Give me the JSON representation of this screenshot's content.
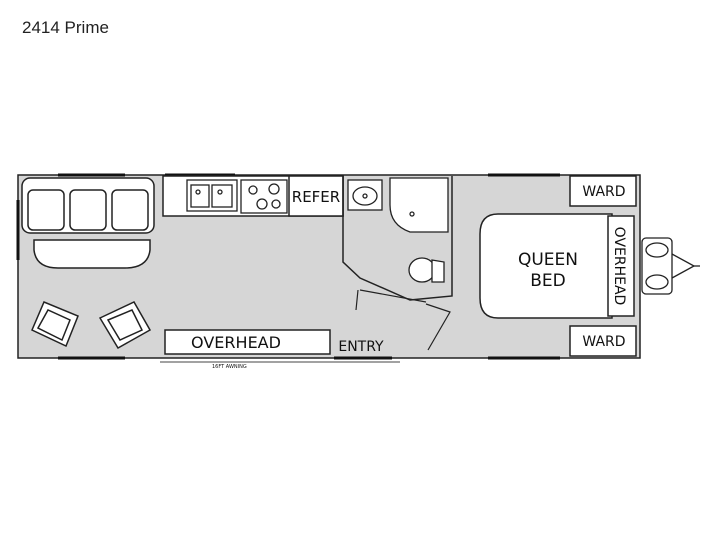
{
  "header": {
    "title": "2414 Prime"
  },
  "floorplan": {
    "labels": {
      "refer": "REFER",
      "ward_top": "WARD",
      "ward_bottom": "WARD",
      "queen_bed_line1": "QUEEN",
      "queen_bed_line2": "BED",
      "overhead_front": "OVERHEAD",
      "overhead_main": "OVERHEAD",
      "entry": "ENTRY",
      "awning_note": "16FT AWNING"
    }
  },
  "colors": {
    "floor": "#d6d6d6",
    "outline": "#222222",
    "fixture": "#ffffff"
  }
}
